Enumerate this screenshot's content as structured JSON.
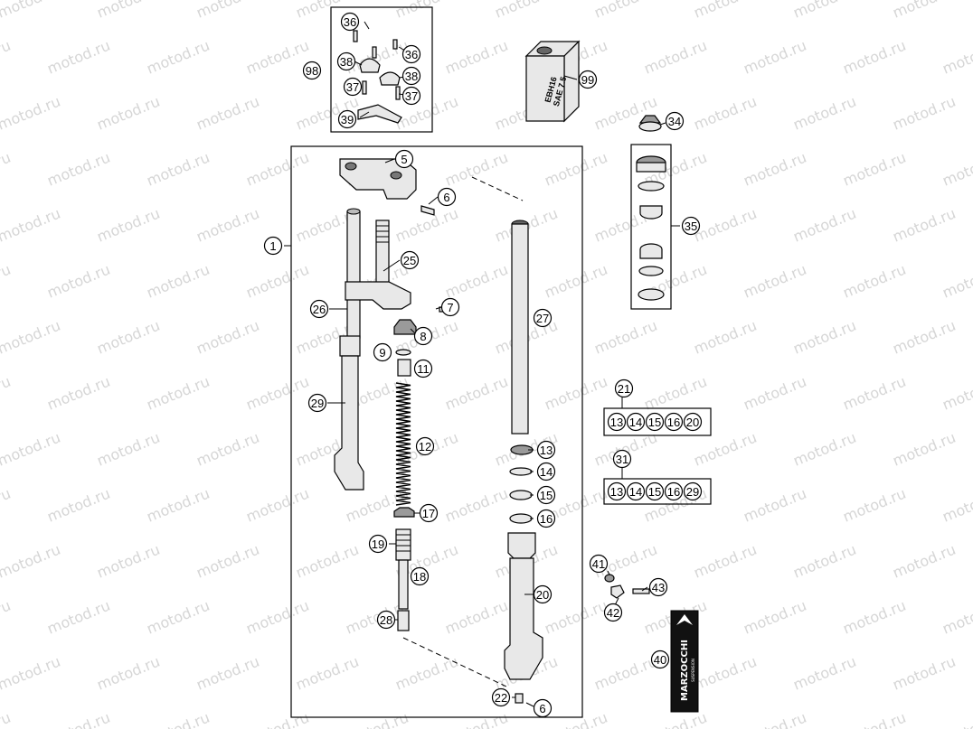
{
  "watermark_text": "motod.ru",
  "callouts": {
    "c1": "1",
    "c5": "5",
    "c6a": "6",
    "c6b": "6",
    "c7": "7",
    "c8": "8",
    "c9": "9",
    "c11": "11",
    "c12": "12",
    "c13": "13",
    "c14": "14",
    "c15": "15",
    "c16": "16",
    "c17": "17",
    "c18": "18",
    "c19": "19",
    "c20": "20",
    "c21": "21",
    "c22": "22",
    "c25": "25",
    "c26": "26",
    "c27": "27",
    "c28": "28",
    "c29": "29",
    "c31": "31",
    "c34": "34",
    "c35": "35",
    "c36a": "36",
    "c36b": "36",
    "c37a": "37",
    "c37b": "37",
    "c38a": "38",
    "c38b": "38",
    "c39": "39",
    "c40": "40",
    "c41": "41",
    "c42": "42",
    "c43": "43",
    "c98": "98",
    "c99": "99"
  },
  "kit21": [
    "13",
    "14",
    "15",
    "16",
    "20"
  ],
  "kit31": [
    "13",
    "14",
    "15",
    "16",
    "29"
  ],
  "oil_can": {
    "line1": "EBH16",
    "line2": "SAE 7.5"
  },
  "marzocchi": {
    "brand": "MARZOCCHI",
    "tagline": "SUSPENSION"
  }
}
